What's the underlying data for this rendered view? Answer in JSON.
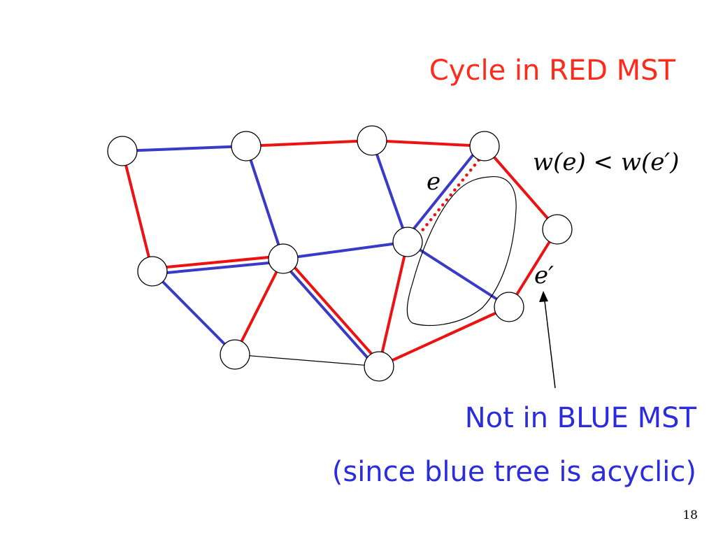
{
  "slide": {
    "title": "Cycle in RED MST",
    "equation": "w(e) < w(e′)",
    "edge_label_e": "e",
    "edge_label_e_prime": "e′",
    "annotation_line1": "Not in BLUE MST",
    "annotation_line2": "(since blue tree is acyclic)",
    "page_number": "18"
  },
  "colors": {
    "title": "#ff2a1a",
    "annotation": "#2b2be0",
    "red_edge": "#ee1111",
    "blue_edge": "#3a3ac8",
    "plain_edge": "#000000"
  },
  "graph": {
    "nodes": [
      {
        "id": "n1"
      },
      {
        "id": "n2"
      },
      {
        "id": "n3"
      },
      {
        "id": "n4"
      },
      {
        "id": "n5"
      },
      {
        "id": "n6"
      },
      {
        "id": "n7"
      },
      {
        "id": "n8"
      },
      {
        "id": "n9"
      },
      {
        "id": "n10"
      },
      {
        "id": "n11"
      }
    ],
    "edges": [
      {
        "from": "n1",
        "to": "n2",
        "color": "blue"
      },
      {
        "from": "n2",
        "to": "n3",
        "color": "red"
      },
      {
        "from": "n3",
        "to": "n4",
        "color": "red"
      },
      {
        "from": "n4",
        "to": "n5",
        "color": "red"
      },
      {
        "from": "n5",
        "to": "n6",
        "color": "red"
      },
      {
        "from": "n6",
        "to": "n7",
        "color": "red"
      },
      {
        "from": "n1",
        "to": "n8",
        "color": "red"
      },
      {
        "from": "n2",
        "to": "n9",
        "color": "blue"
      },
      {
        "from": "n3",
        "to": "n10",
        "color": "blue"
      },
      {
        "from": "n8",
        "to": "n9",
        "color": "red_blue"
      },
      {
        "from": "n9",
        "to": "n10",
        "color": "blue"
      },
      {
        "from": "n8",
        "to": "n11",
        "color": "blue"
      },
      {
        "from": "n9",
        "to": "n11",
        "color": "red"
      },
      {
        "from": "n9",
        "to": "n7",
        "color": "red_blue"
      },
      {
        "from": "n10",
        "to": "n7",
        "color": "red"
      },
      {
        "from": "n10",
        "to": "n6",
        "color": "blue"
      },
      {
        "from": "n11",
        "to": "n7",
        "color": "plain"
      },
      {
        "from": "n10",
        "to": "n4",
        "color": "blue",
        "label": "e"
      },
      {
        "from": "n10",
        "to": "n4",
        "color": "red_dotted"
      }
    ]
  }
}
